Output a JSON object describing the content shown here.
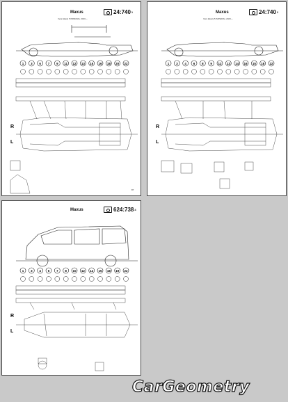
{
  "pages": [
    {
      "title": "Maxus",
      "subtitle": "Vera Ekacij 5 IMPERIAL 2020—",
      "code": "24:740",
      "sup": "1",
      "number": "87"
    },
    {
      "title": "Maxus",
      "subtitle": "Vera Ekacij 5 IMPERIAL 2020—",
      "code": "24:740",
      "sup": "2",
      "number": ""
    },
    {
      "title": "Maxus",
      "subtitle": "",
      "code": "624:738",
      "sup": "4",
      "number": ""
    }
  ],
  "labels": {
    "right": "R",
    "left": "L"
  },
  "logo": "CarGeometry",
  "points_page1": [
    "1",
    "3",
    "6",
    "7",
    "9",
    "11",
    "12",
    "13",
    "15",
    "16",
    "18",
    "20",
    "22"
  ],
  "points_page2": [
    "1",
    "3",
    "4",
    "6",
    "8",
    "9",
    "12",
    "13",
    "14",
    "16",
    "15",
    "18",
    "22"
  ],
  "points_page3": [
    "1",
    "3",
    "4",
    "6",
    "7",
    "8",
    "10",
    "12",
    "14",
    "15",
    "18",
    "19",
    "22"
  ]
}
